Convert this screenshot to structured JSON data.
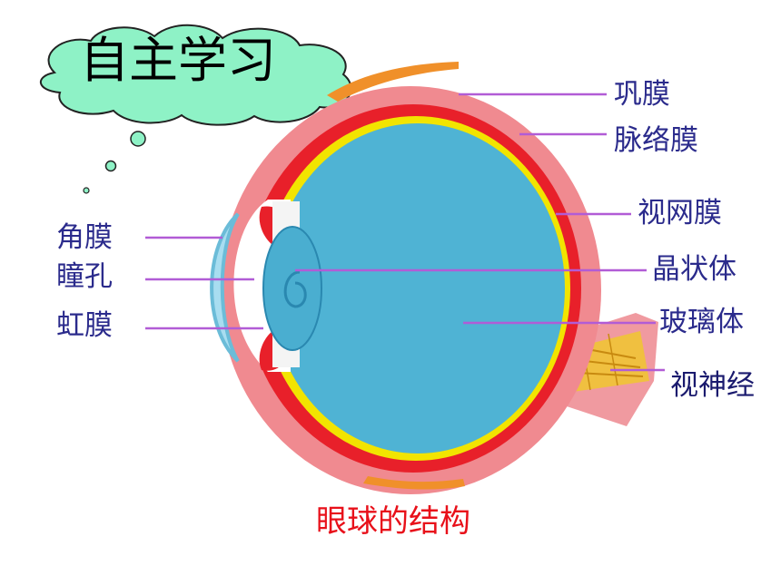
{
  "title": "自主学习",
  "caption": "眼球的结构",
  "labels": {
    "sclera": "巩膜",
    "choroid": "脉络膜",
    "retina": "视网膜",
    "lens": "晶状体",
    "vitreous": "玻璃体",
    "optic_nerve": "视神经",
    "cornea": "角膜",
    "pupil": "瞳孔",
    "iris": "虹膜"
  },
  "colors": {
    "label_text": "#2b2b8c",
    "caption_text": "#e8101a",
    "leader_line": "#b15cd6",
    "cloud_fill": "#8ef2c6",
    "eyeball_fill": "#4fb3d4",
    "retina": "#f2e400",
    "choroid": "#e8202a",
    "sclera": "#f08a90"
  }
}
